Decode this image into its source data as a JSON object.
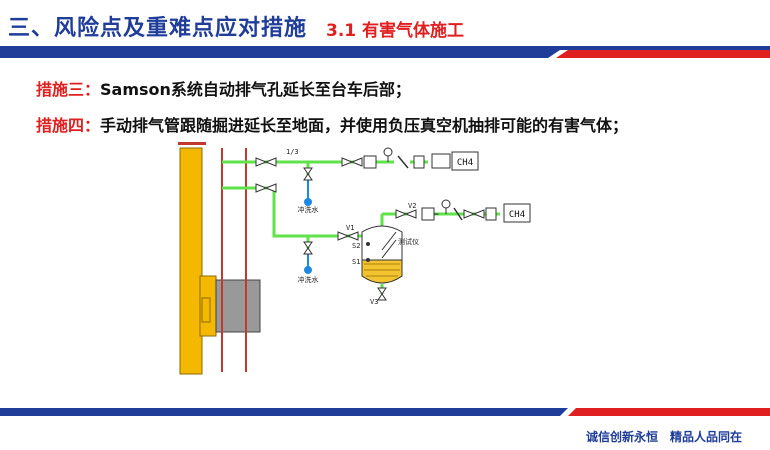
{
  "header": {
    "title": "三、风险点及重难点应对措施",
    "subtitle": "3.1 有害气体施工",
    "colors": {
      "blue": "#1f3d99",
      "red": "#e02020"
    }
  },
  "bullets": [
    {
      "label": "措施三：",
      "text": "Samson系统自动排气孔延长至台车后部；"
    },
    {
      "label": "措施四：",
      "text": "手动排气管跟随掘进延长至地面，并使用负压真空机抽排可能的有害气体；"
    }
  ],
  "diagram": {
    "ch4_top": "CH4",
    "ch4_right": "CH4",
    "flush_water_1": "冲洗水",
    "flush_water_2": "冲洗水",
    "valve_v1": "V1",
    "valve_v2": "V2",
    "valve_v3": "V3",
    "valve_top": "1/3",
    "sensor_s1": "S1",
    "sensor_s2": "S2",
    "sensor_label": "测试仪"
  },
  "footer": {
    "slogan": "诚信创新永恒　精品人品同在"
  }
}
